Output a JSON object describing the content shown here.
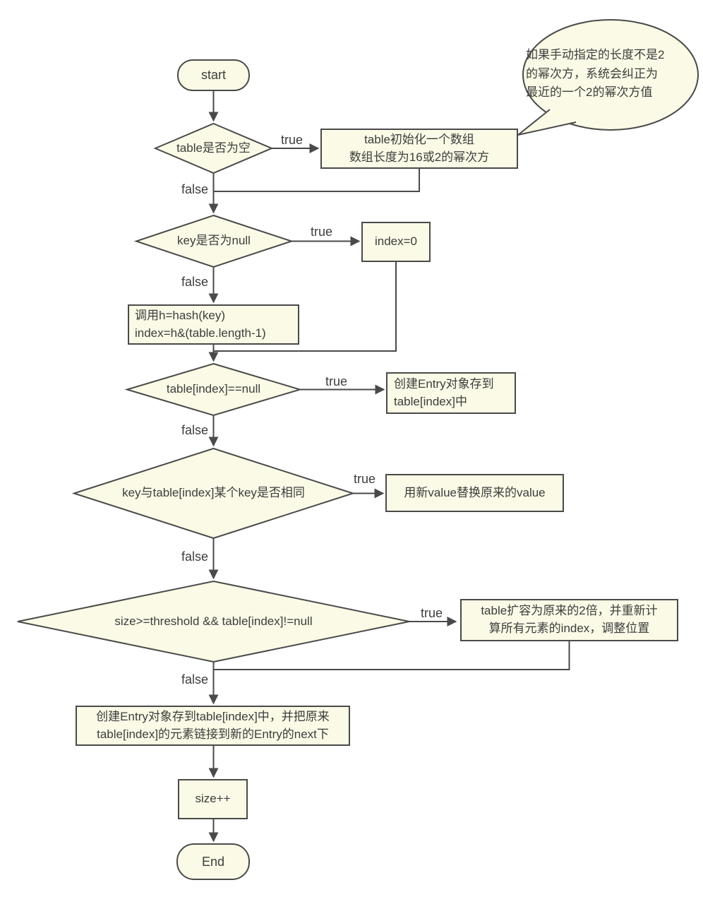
{
  "colors": {
    "background": "#FFFFFF",
    "node_fill": "#FAFAE6",
    "stroke": "#4A4A4A",
    "text": "#3D3D3D"
  },
  "nodes": {
    "start": "start",
    "decision_table_empty": "table是否为空",
    "process_init_table": "table初始化一个数组\n数组长度为16或2的幂次方",
    "comment_bubble": "如果手动指定的长度不是2\n的幂次方，系统会纠正为\n最近的一个2的幂次方值",
    "decision_key_null": "key是否为null",
    "process_index_zero": "index=0",
    "process_hash": "调用h=hash(key)\nindex=h&(table.length-1)",
    "decision_slot_null": "table[index]==null",
    "process_create_entry": "创建Entry对象存到\ntable[index]中",
    "decision_key_same": "key与table[index]某个key是否相同",
    "process_replace_value": "用新value替换原来的value",
    "decision_resize": "size>=threshold && table[index]!=null",
    "process_resize_table": "table扩容为原来的2倍，并重新计\n算所有元素的index，调整位置",
    "process_link_entry": "创建Entry对象存到table[index]中，并把原来\ntable[index]的元素链接到新的Entry的next下",
    "process_size_increment": "size++",
    "end": "End"
  },
  "edges": {
    "d1_true": "true",
    "d1_false": "false",
    "d2_true": "true",
    "d2_false": "false",
    "d3_true": "true",
    "d3_false": "false",
    "d4_true": "true",
    "d4_false": "false",
    "d5_true": "true",
    "d5_false": "false"
  }
}
